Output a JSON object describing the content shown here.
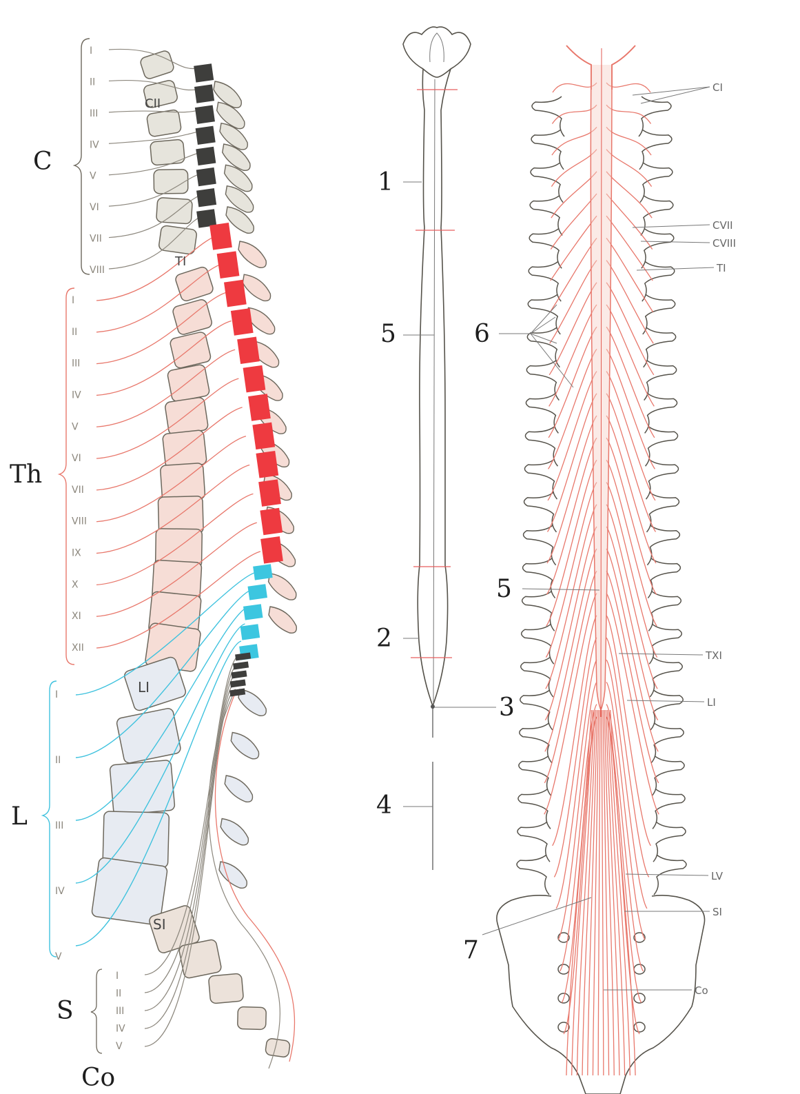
{
  "region_labels": [
    "C",
    "Th",
    "L",
    "S",
    "Co"
  ],
  "cervical_numerals": [
    "I",
    "II",
    "III",
    "IV",
    "V",
    "VI",
    "VII",
    "VIII"
  ],
  "thoracic_numerals": [
    "I",
    "II",
    "III",
    "IV",
    "V",
    "VI",
    "VII",
    "VIII",
    "IX",
    "X",
    "XI",
    "XII"
  ],
  "lumbar_numerals": [
    "I",
    "II",
    "III",
    "IV",
    "V"
  ],
  "sacral_numerals": [
    "I",
    "II",
    "III",
    "IV",
    "V"
  ],
  "vertebra_labels": {
    "cii": "CII",
    "ti": "TI",
    "li": "LI",
    "si": "SI"
  },
  "middle_numbers": {
    "n1": "1",
    "n5": "5",
    "n2": "2",
    "n3": "3",
    "n4": "4"
  },
  "right_numbers": {
    "n6": "6",
    "n5": "5",
    "n7": "7"
  },
  "right_labels": [
    "CI",
    "CVII",
    "CVIII",
    "TI",
    "TXI",
    "LI",
    "LV",
    "SI",
    "Co"
  ],
  "colors": {
    "cervical_segments": "#3e3e3c",
    "thoracic_segments": "#ee3a40",
    "lumbar_segments": "#3cc6e0",
    "thoracic_nerves": "#e8776b",
    "lumbar_nerves": "#3fc2de",
    "vertebra_fill_cervical": "#e6e4dc",
    "vertebra_fill_thoracic": "#f6ddd6",
    "vertebra_fill_lumbar": "#e7ebf2",
    "vertebra_fill_sacral": "#ece2da"
  }
}
